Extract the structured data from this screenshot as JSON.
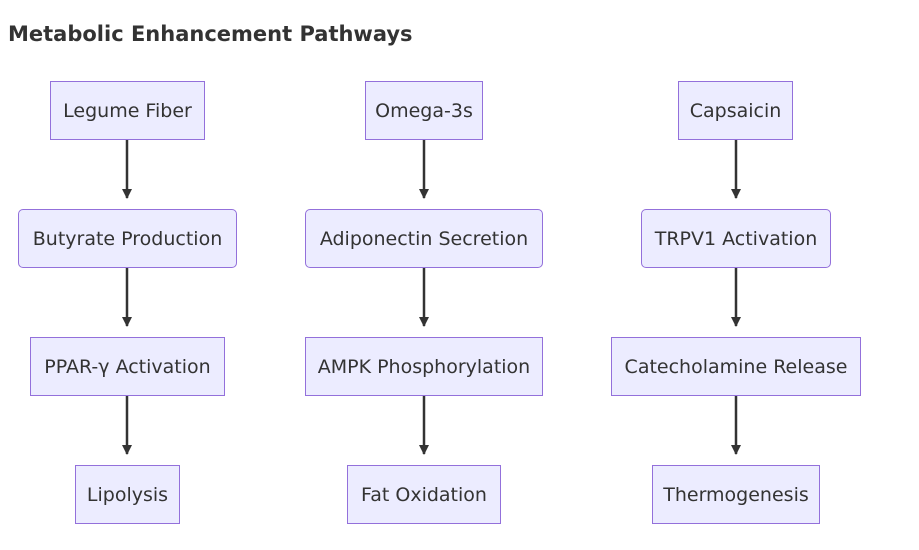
{
  "title": "Metabolic Enhancement Pathways",
  "colors": {
    "node_fill": "#ececff",
    "node_border": "#9370db",
    "arrow": "#333333",
    "text": "#333333"
  },
  "pathways": [
    {
      "steps": [
        "Legume Fiber",
        "Butyrate Production",
        "PPAR-γ Activation",
        "Lipolysis"
      ]
    },
    {
      "steps": [
        "Omega-3s",
        "Adiponectin Secretion",
        "AMPK Phosphorylation",
        "Fat Oxidation"
      ]
    },
    {
      "steps": [
        "Capsaicin",
        "TRPV1 Activation",
        "Catecholamine Release",
        "Thermogenesis"
      ]
    }
  ]
}
